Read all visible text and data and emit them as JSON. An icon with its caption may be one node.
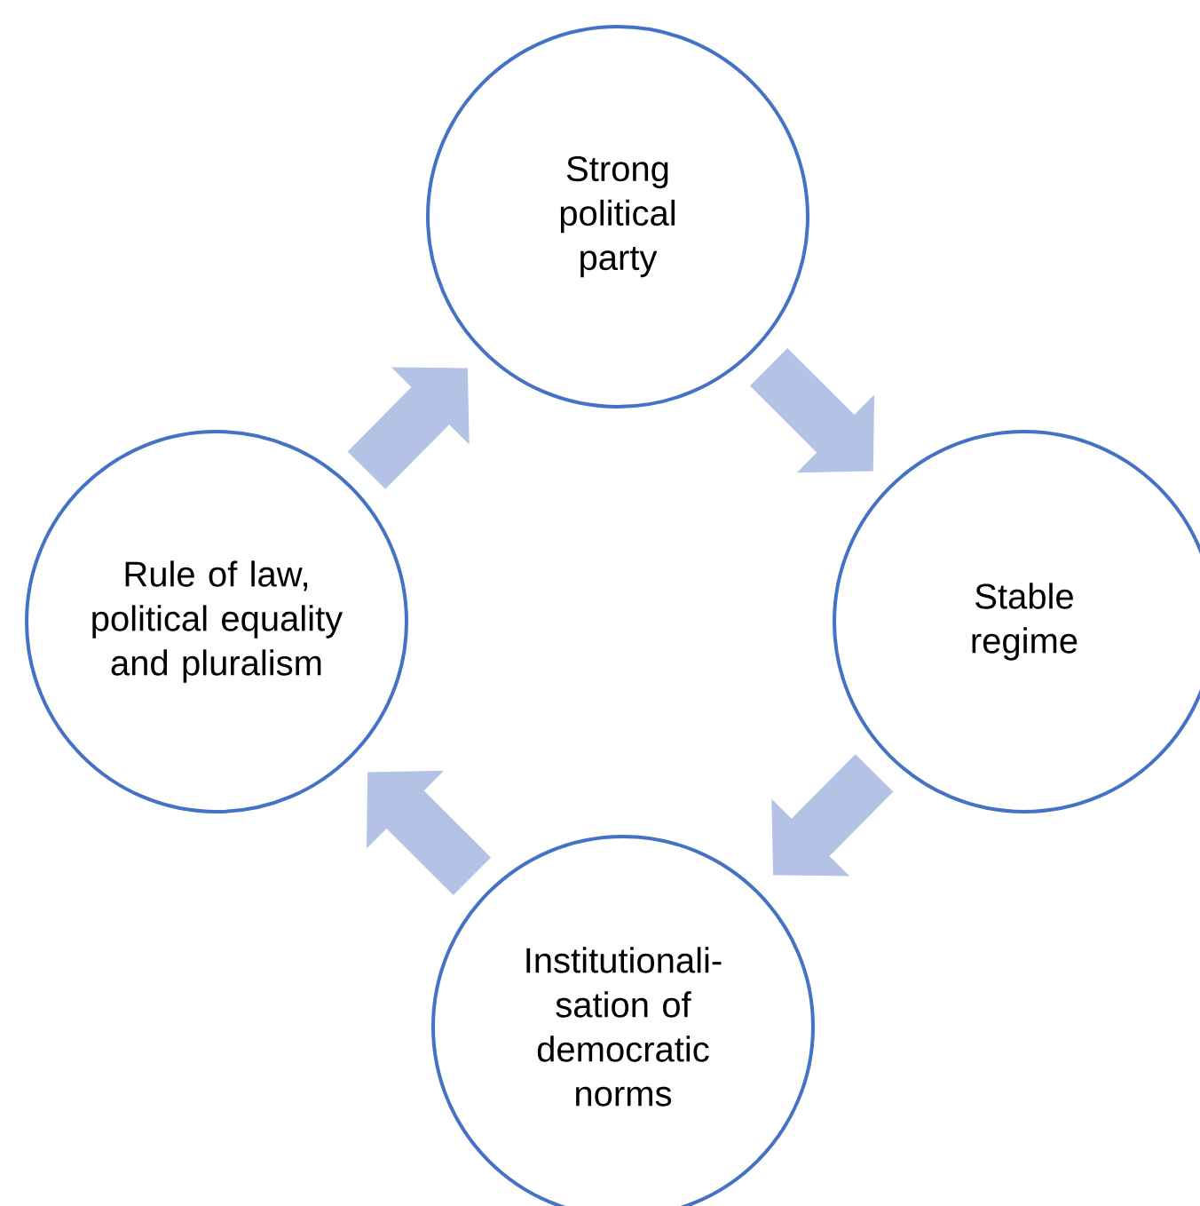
{
  "diagram": {
    "nodes": [
      {
        "text": [
          "Strong political party"
        ]
      },
      {
        "text": [
          "Stable regime"
        ]
      },
      {
        "text": [
          "Institutionali- sation of democratic norms"
        ]
      },
      {
        "text": [
          "Rule of law, political equality and pluralism"
        ]
      }
    ],
    "edges": [
      {
        "from": 0,
        "to": 1,
        "arrow": "to"
      },
      {
        "from": 1,
        "to": 2,
        "arrow": "to"
      },
      {
        "from": 2,
        "to": 3,
        "arrow": "to"
      },
      {
        "from": 3,
        "to": 0,
        "arrow": "to"
      }
    ]
  }
}
